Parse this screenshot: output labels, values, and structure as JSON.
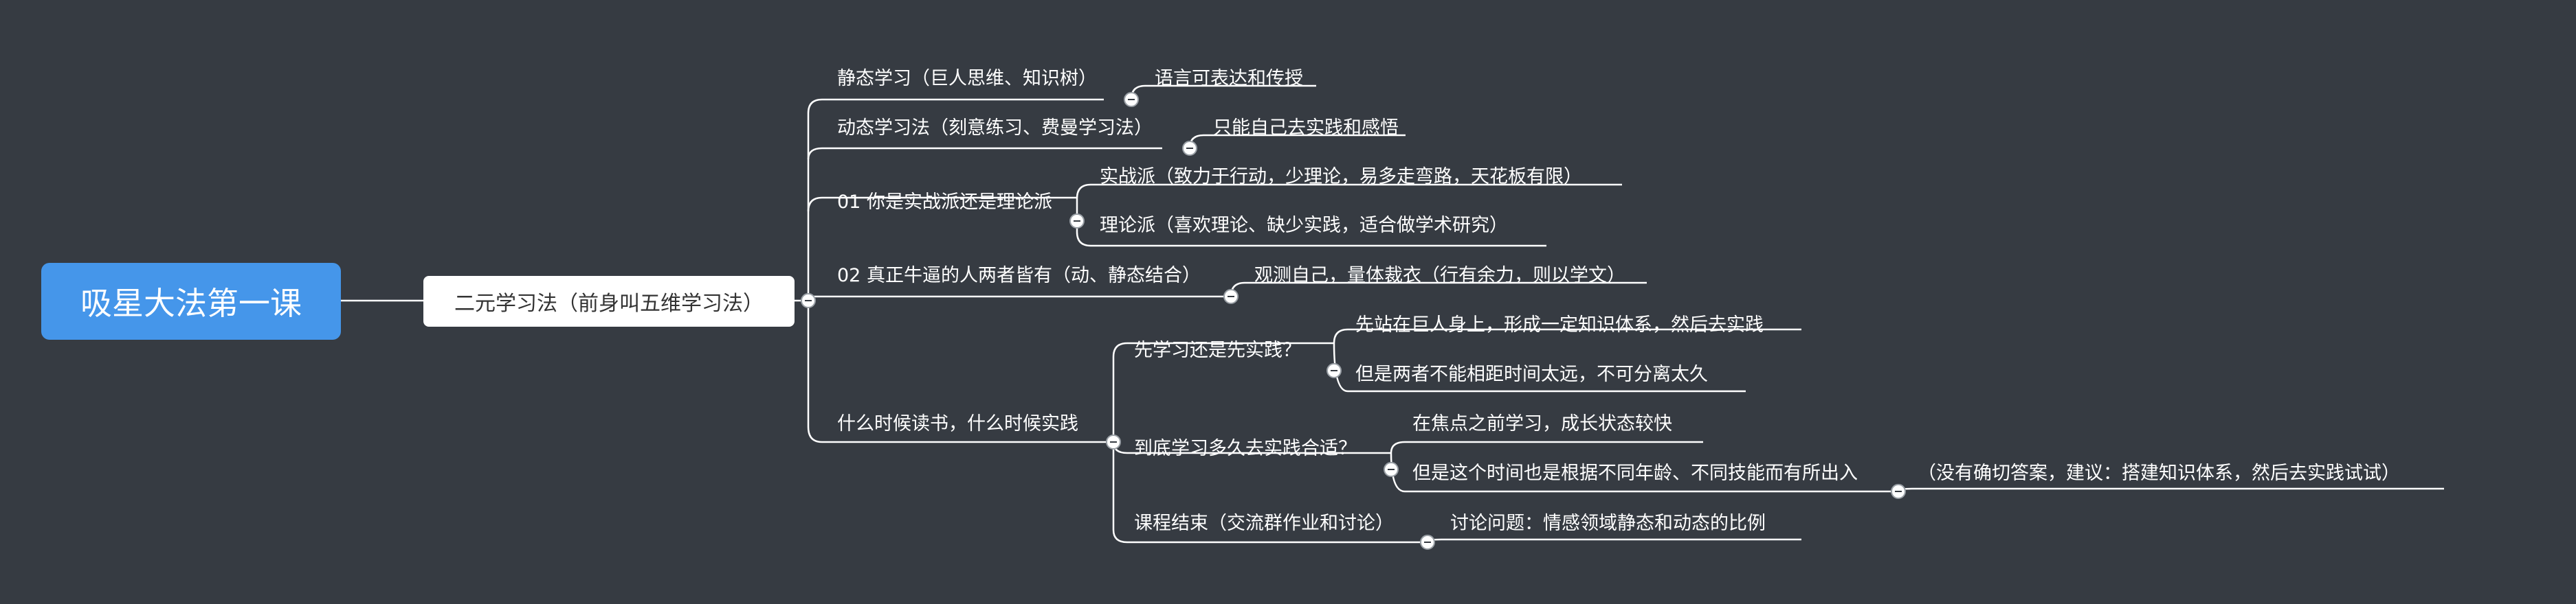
{
  "root": {
    "label": "吸星大法第一课"
  },
  "level1": {
    "label": "二元学习法（前身叫五维学习法）"
  },
  "branches": [
    {
      "label": "静态学习（巨人思维、知识树）",
      "child": "语言可表达和传授"
    },
    {
      "label": "动态学习法（刻意练习、费曼学习法）",
      "child": "只能自己去实践和感悟"
    },
    {
      "label": "01 你是实战派还是理论派",
      "children": [
        "实战派（致力于行动，少理论，易多走弯路，天花板有限）",
        "理论派（喜欢理论、缺少实践，适合做学术研究）"
      ]
    },
    {
      "label": "02 真正牛逼的人两者皆有（动、静态结合）",
      "child": "观测自己，量体裁衣（行有余力，则以学文）"
    },
    {
      "label": "什么时候读书，什么时候实践",
      "children": [
        {
          "label": "先学习还是先实践？",
          "children": [
            "先站在巨人身上，形成一定知识体系，然后去实践",
            "但是两者不能相距时间太远，不可分离太久"
          ]
        },
        {
          "label": "到底学习多久去实践合适？",
          "children": [
            "在焦点之前学习，成长状态较快",
            "但是这个时间也是根据不同年龄、不同技能而有所出入"
          ],
          "extra": "（没有确切答案，建议：搭建知识体系，然后去实践试试）"
        },
        {
          "label": "课程结束（交流群作业和讨论）",
          "child": "讨论问题：情感领域静态和动态的比例"
        }
      ]
    }
  ],
  "colors": {
    "background": "#363b42",
    "root_fill": "#4596ea",
    "line": "#ffffff"
  }
}
